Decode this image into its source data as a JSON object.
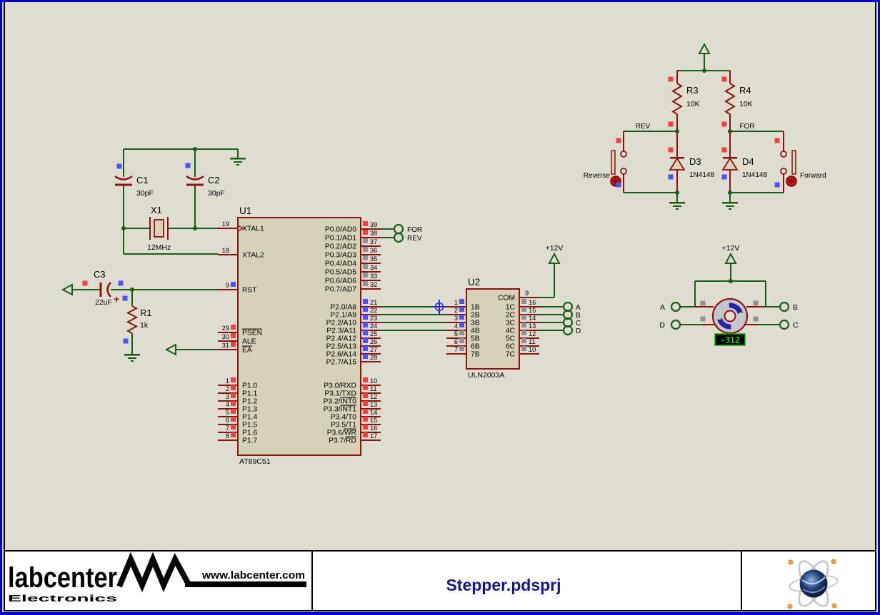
{
  "colors": {
    "background": "#dfddd0",
    "window_frame": "#0000cc",
    "wire": "#1a5c1a",
    "component": "#8e1111",
    "chip_fill": "#d5d2b8",
    "state_red": "#ec4242",
    "state_blue": "#5050ff",
    "state_gray": "#929292",
    "display_bg": "#000000",
    "display_text": "#22dd22",
    "motor_body": "#c6c6cd",
    "coil_blue": "#2323a8",
    "title_text": "#16168c"
  },
  "u1": {
    "ref": "U1",
    "part": "AT89C51",
    "left_pins": [
      {
        "num": "19",
        "label": [
          "XTAL1"
        ],
        "sq": null
      },
      {
        "num": "18",
        "label": [
          "XTAL2"
        ],
        "sq": null
      },
      {
        "num": "9",
        "label": [
          "RST"
        ],
        "sq": "blue"
      },
      {
        "num": "29",
        "label": [
          {
            "t": "PSEN",
            "bar": true
          }
        ],
        "sq": "red"
      },
      {
        "num": "30",
        "label": [
          "ALE"
        ],
        "sq": "red"
      },
      {
        "num": "31",
        "label": [
          {
            "t": "EA",
            "bar": true
          }
        ],
        "sq": "red"
      },
      {
        "num": "1",
        "label": [
          "P1.0"
        ],
        "sq": "red"
      },
      {
        "num": "2",
        "label": [
          "P1.1"
        ],
        "sq": "red"
      },
      {
        "num": "3",
        "label": [
          "P1.2"
        ],
        "sq": "red"
      },
      {
        "num": "4",
        "label": [
          "P1.3"
        ],
        "sq": "red"
      },
      {
        "num": "5",
        "label": [
          "P1.4"
        ],
        "sq": "red"
      },
      {
        "num": "6",
        "label": [
          "P1.5"
        ],
        "sq": "red"
      },
      {
        "num": "7",
        "label": [
          "P1.6"
        ],
        "sq": "red"
      },
      {
        "num": "8",
        "label": [
          "P1.7"
        ],
        "sq": "red"
      }
    ],
    "right_pins": [
      {
        "num": "39",
        "label": [
          "P0.0/AD0"
        ],
        "sq": "red"
      },
      {
        "num": "38",
        "label": [
          "P0.1/AD1"
        ],
        "sq": "red"
      },
      {
        "num": "37",
        "label": [
          "P0.2/AD2"
        ],
        "sq": "gray"
      },
      {
        "num": "36",
        "label": [
          "P0.3/AD3"
        ],
        "sq": "gray"
      },
      {
        "num": "35",
        "label": [
          "P0.4/AD4"
        ],
        "sq": "gray"
      },
      {
        "num": "34",
        "label": [
          "P0.5/AD5"
        ],
        "sq": "gray"
      },
      {
        "num": "33",
        "label": [
          "P0.6/AD6"
        ],
        "sq": "gray"
      },
      {
        "num": "32",
        "label": [
          "P0.7/AD7"
        ],
        "sq": "gray"
      },
      {
        "num": "21",
        "label": [
          "P2.0/A8"
        ],
        "sq": "blue"
      },
      {
        "num": "22",
        "label": [
          "P2.1/A9"
        ],
        "sq": "blue"
      },
      {
        "num": "23",
        "label": [
          "P2.2/A10"
        ],
        "sq": "blue"
      },
      {
        "num": "24",
        "label": [
          "P2.3/A11"
        ],
        "sq": "blue"
      },
      {
        "num": "25",
        "label": [
          "P2.4/A12"
        ],
        "sq": "blue"
      },
      {
        "num": "26",
        "label": [
          "P2.5/A13"
        ],
        "sq": "blue"
      },
      {
        "num": "27",
        "label": [
          "P2.6/A14"
        ],
        "sq": "blue"
      },
      {
        "num": "28",
        "label": [
          "P2.7/A15"
        ],
        "sq": "blue"
      },
      {
        "num": "10",
        "label": [
          "P3.0/RXD"
        ],
        "sq": "red"
      },
      {
        "num": "11",
        "label": [
          "P3.1/TXD"
        ],
        "sq": "red"
      },
      {
        "num": "12",
        "label": [
          "P3.2/",
          {
            "t": "INT0",
            "bar": true
          }
        ],
        "sq": "red"
      },
      {
        "num": "13",
        "label": [
          "P3.3/",
          {
            "t": "INT1",
            "bar": true
          }
        ],
        "sq": "red"
      },
      {
        "num": "14",
        "label": [
          "P3.4/T0"
        ],
        "sq": "red"
      },
      {
        "num": "15",
        "label": [
          "P3.5/T1"
        ],
        "sq": "red"
      },
      {
        "num": "16",
        "label": [
          "P3.6/",
          {
            "t": "WR",
            "bar": true
          }
        ],
        "sq": "red"
      },
      {
        "num": "17",
        "label": [
          "P3.7/",
          {
            "t": "RD",
            "bar": true
          }
        ],
        "sq": "red"
      }
    ]
  },
  "u2": {
    "ref": "U2",
    "part": "ULN2003A",
    "left_pins": [
      {
        "num": "1",
        "label": [
          "1B"
        ],
        "sq": "blue"
      },
      {
        "num": "2",
        "label": [
          "2B"
        ],
        "sq": "blue"
      },
      {
        "num": "3",
        "label": [
          "3B"
        ],
        "sq": "blue"
      },
      {
        "num": "4",
        "label": [
          "4B"
        ],
        "sq": "blue"
      },
      {
        "num": "5",
        "label": [
          "5B"
        ],
        "sq": "gray"
      },
      {
        "num": "6",
        "label": [
          "6B"
        ],
        "sq": "gray"
      },
      {
        "num": "7",
        "label": [
          "7B"
        ],
        "sq": "gray"
      }
    ],
    "right_pins": [
      {
        "num": "9",
        "label": [
          "COM"
        ],
        "sq": null
      },
      {
        "num": "16",
        "label": [
          "1C"
        ],
        "sq": "gray"
      },
      {
        "num": "15",
        "label": [
          "2C"
        ],
        "sq": "gray"
      },
      {
        "num": "14",
        "label": [
          "3C"
        ],
        "sq": "gray"
      },
      {
        "num": "13",
        "label": [
          "4C"
        ],
        "sq": "gray"
      },
      {
        "num": "12",
        "label": [
          "5C"
        ],
        "sq": "gray"
      },
      {
        "num": "11",
        "label": [
          "6C"
        ],
        "sq": "gray"
      },
      {
        "num": "10",
        "label": [
          "7C"
        ],
        "sq": "gray"
      }
    ]
  },
  "parts": {
    "c1": {
      "ref": "C1",
      "value": "30pF"
    },
    "c2": {
      "ref": "C2",
      "value": "30pF"
    },
    "c3": {
      "ref": "C3",
      "value": "22uF"
    },
    "x1": {
      "ref": "X1",
      "value": "12MHz"
    },
    "r1": {
      "ref": "R1",
      "value": "1k"
    },
    "r3": {
      "ref": "R3",
      "value": "10K"
    },
    "r4": {
      "ref": "R4",
      "value": "10K"
    },
    "d3": {
      "ref": "D3",
      "value": "1N4148"
    },
    "d4": {
      "ref": "D4",
      "value": "1N4148"
    }
  },
  "terminals": {
    "for": "FOR",
    "rev": "REV",
    "out_a": "A",
    "out_b": "B",
    "out_c": "C",
    "out_d": "D",
    "motor_a": "A",
    "motor_b": "B",
    "motor_c": "C",
    "motor_d": "D"
  },
  "net_labels": {
    "rev": "REV",
    "for": "FOR"
  },
  "power_labels": {
    "uln": "+12V",
    "motor": "+12V"
  },
  "buttons": {
    "reverse": "Reverse",
    "forward": "Forward"
  },
  "motor": {
    "display": "-312"
  },
  "titleblock": {
    "logo_text": "labcenter",
    "logo_sub": "Electronics",
    "logo_url": "www.labcenter.com",
    "doc_title": "Stepper.pdsprj"
  }
}
